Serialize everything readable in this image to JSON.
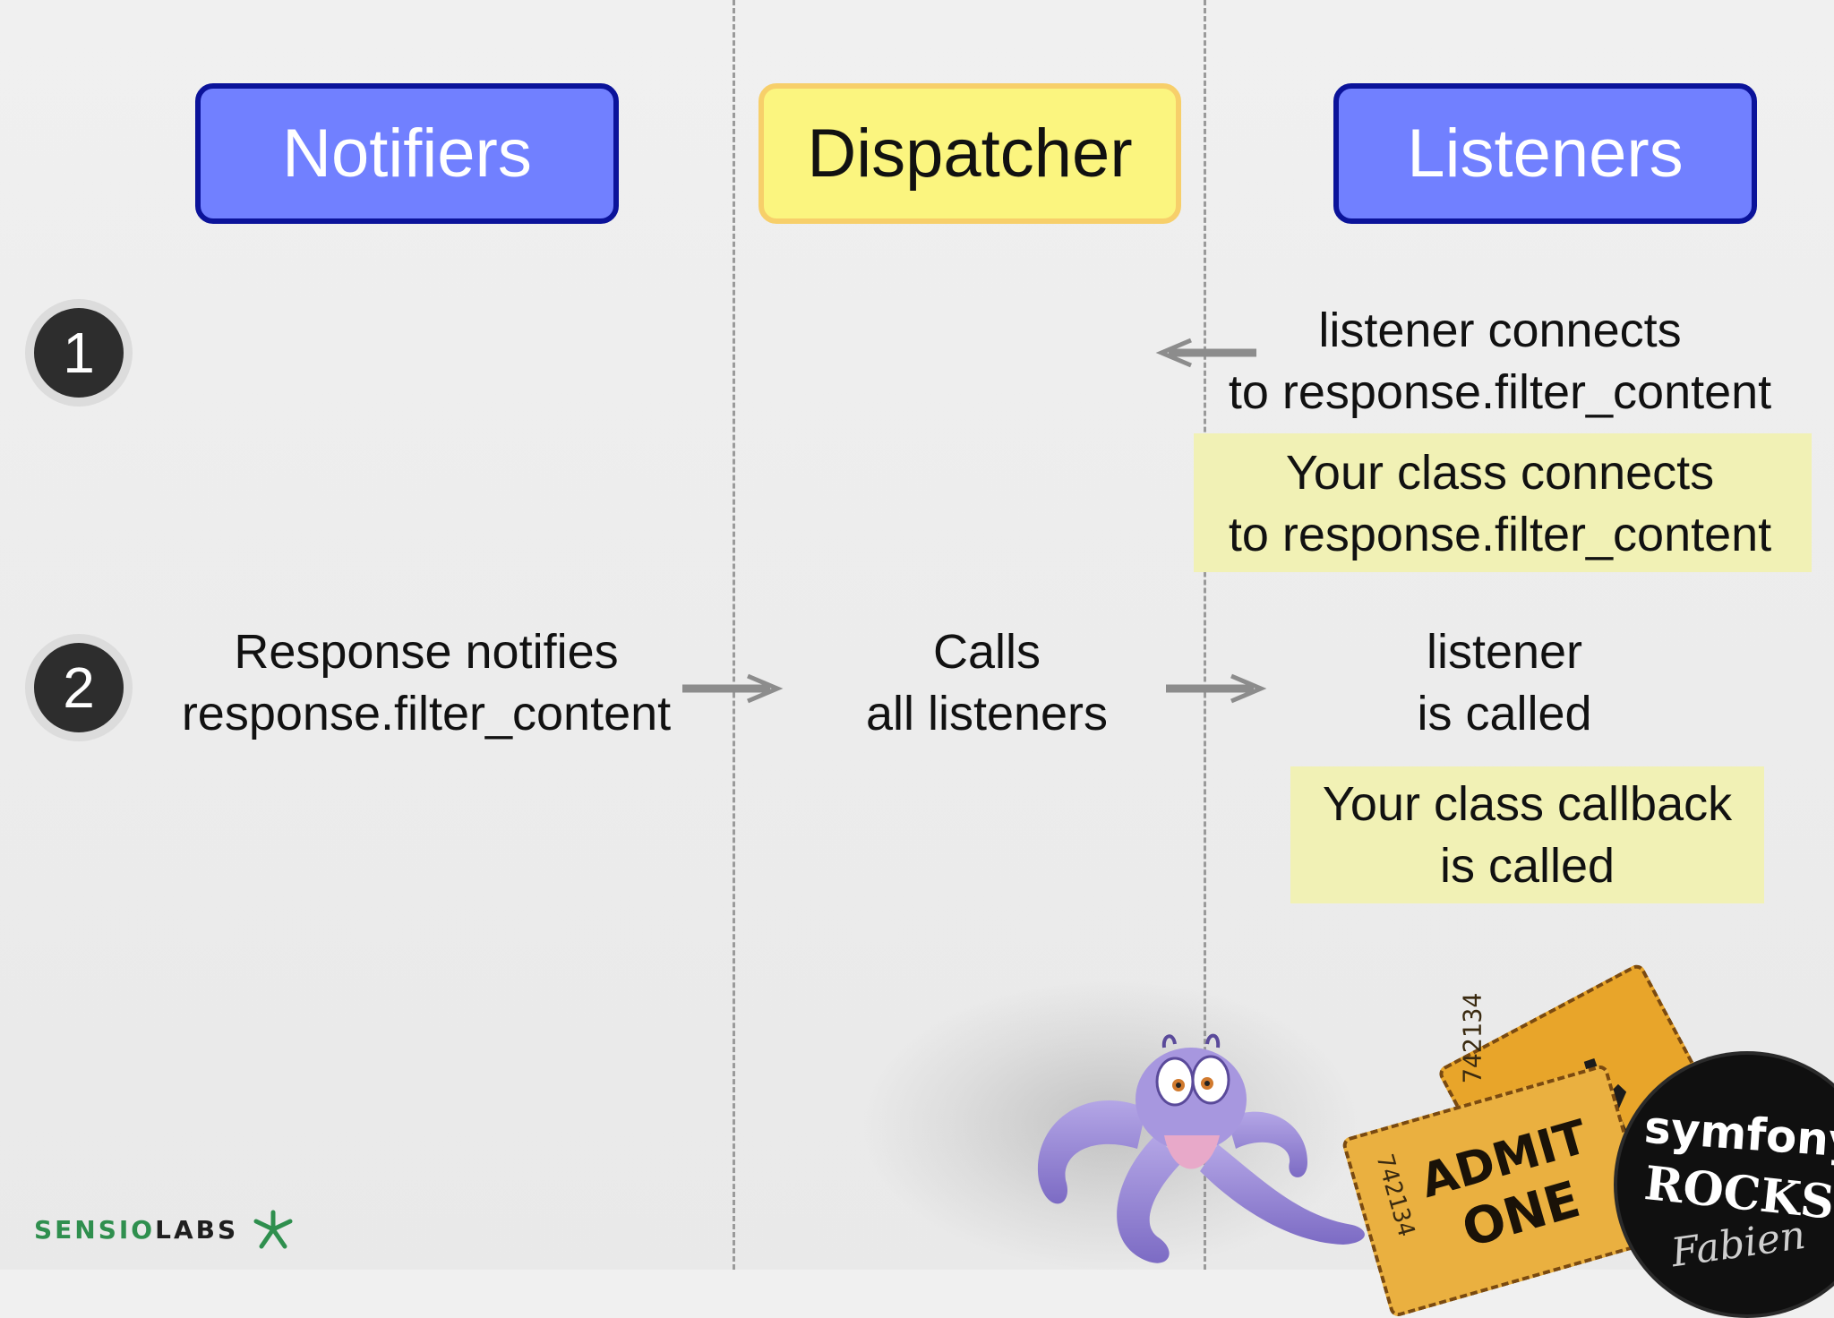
{
  "headers": {
    "notifiers": "Notifiers",
    "dispatcher": "Dispatcher",
    "listeners": "Listeners"
  },
  "steps": {
    "one": "1",
    "two": "2"
  },
  "step1": {
    "listener_line1": "listener connects",
    "listener_line2": "to response.filter_content",
    "class_line1": "Your class connects",
    "class_line2": "to response.filter_content"
  },
  "step2": {
    "notifier_line1": "Response notifies",
    "notifier_line2": "response.filter_content",
    "dispatcher_line1": "Calls",
    "dispatcher_line2": "all listeners",
    "listener_line1": "listener",
    "listener_line2": "is called",
    "class_line1": "Your class callback",
    "class_line2": "is called"
  },
  "logo": {
    "sensio": "SENSIO",
    "labs": "LABS"
  },
  "badge": {
    "line1": "symfony",
    "line2": "ROCKS",
    "signature": "Fabien"
  },
  "tickets": {
    "number": "742134",
    "line1": "ADMIT",
    "line2": "ONE"
  },
  "colors": {
    "header_blue": "#7180ff",
    "header_blue_border": "#0b139a",
    "header_yellow": "#fbf57f",
    "highlight": "#f1f1b5",
    "arrow": "#8c8c8c",
    "logo_green": "#2f8f4e"
  }
}
